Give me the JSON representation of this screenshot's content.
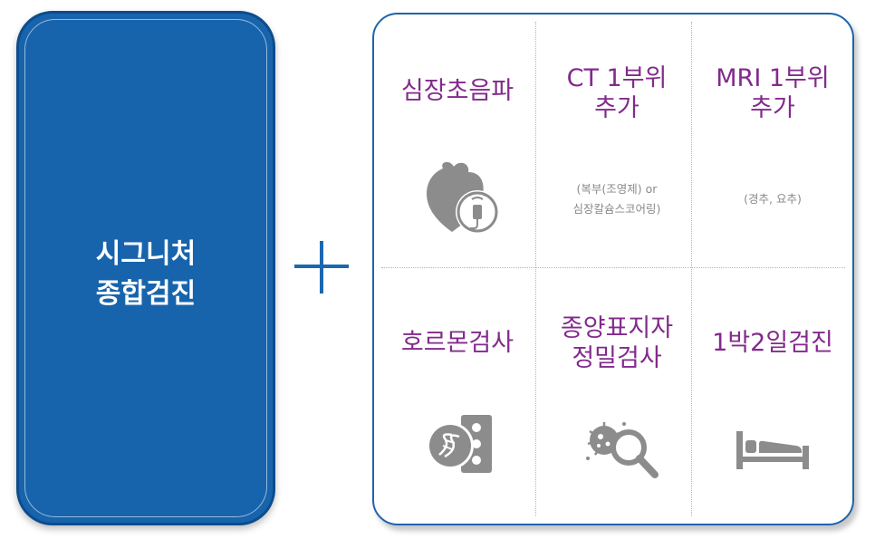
{
  "main_card": {
    "title_line1": "시그니처",
    "title_line2": "종합검진"
  },
  "plus_icon": "plus-icon",
  "options": [
    {
      "title_lines": [
        "심장초음파"
      ],
      "icon": "heart-ultrasound-icon"
    },
    {
      "title_lines": [
        "CT 1부위",
        "추가"
      ],
      "note_lines": [
        "(복부(조영제) or",
        "심장칼슘스코어링)"
      ]
    },
    {
      "title_lines": [
        "MRI 1부위",
        "추가"
      ],
      "note_lines": [
        "(경추, 요추)"
      ]
    },
    {
      "title_lines": [
        "호르몬검사"
      ],
      "icon": "dna-test-icon"
    },
    {
      "title_lines": [
        "종양표지자",
        "정밀검사"
      ],
      "icon": "cell-magnifier-icon"
    },
    {
      "title_lines": [
        "1박2일검진"
      ],
      "icon": "bed-icon"
    }
  ],
  "colors": {
    "card_blue": "#1764ad",
    "title_purple": "#832a8d",
    "icon_gray": "#8c8c8c"
  }
}
